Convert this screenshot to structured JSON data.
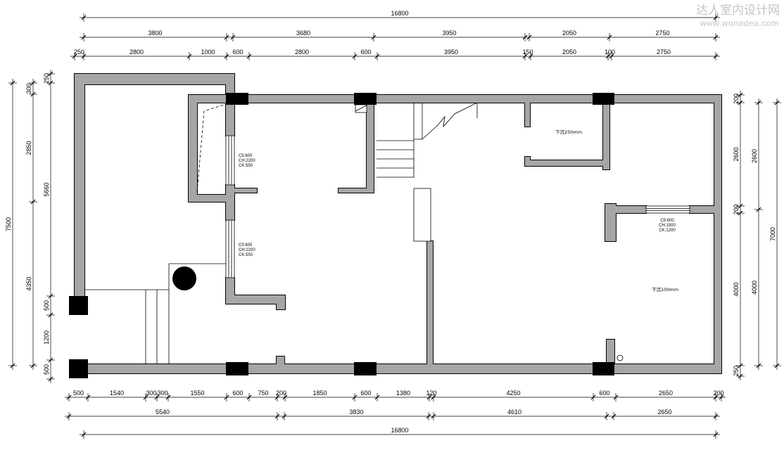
{
  "watermark": {
    "site_name": "达人室内设计网",
    "url": "www.wonadea.com"
  },
  "dimensions": {
    "top": {
      "overall": "16800",
      "row2": [
        "3800",
        "3680",
        "3950",
        "2050",
        "2750"
      ],
      "row3": [
        "250",
        "2800",
        "1000",
        "600",
        "2800",
        "600",
        "3950",
        "150",
        "2050",
        "100",
        "2750"
      ]
    },
    "bottom": {
      "row1": [
        "500",
        "1540",
        "300",
        "300",
        "1550",
        "600",
        "750",
        "200",
        "1850",
        "600",
        "1380",
        "120",
        "4250",
        "600",
        "2650",
        "200"
      ],
      "row2": [
        "5540",
        "3830",
        "4610",
        "2650"
      ],
      "overall": "16800"
    },
    "left": {
      "overall": "7500",
      "inner": [
        "300",
        "2850",
        "4350"
      ],
      "outer": [
        "250",
        "5660",
        "500",
        "1200",
        "500"
      ]
    },
    "right": {
      "inner": [
        "200",
        "2600",
        "200",
        "4000",
        "250"
      ],
      "mid": [
        "2600",
        "4000"
      ],
      "overall": "7000"
    }
  },
  "windows": [
    {
      "line1": "C5:600",
      "line2": "CH:2200",
      "line3": "CK:550"
    },
    {
      "line1": "C5:600",
      "line2": "CH:2200",
      "line3": "CK:550"
    },
    {
      "line1": "C5:600",
      "line2": "CH:1500",
      "line3": "CK:1200"
    }
  ],
  "annotations": {
    "sunken_room": "下沉250mm",
    "sunken_area": "下沉100mm"
  },
  "colors": {
    "wall": "#a6a6a6",
    "column": "#000000",
    "line": "#000000",
    "watermark": "#c4c4c4"
  }
}
